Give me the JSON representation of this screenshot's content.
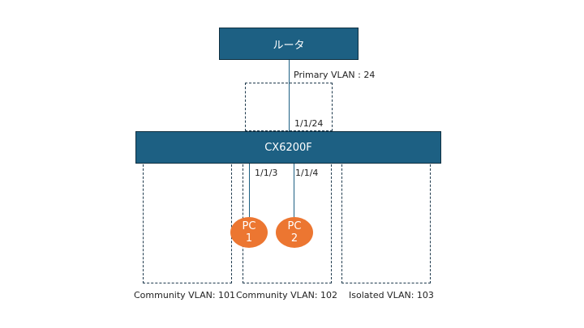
{
  "router": {
    "label": "ルータ"
  },
  "switch": {
    "label": "CX6200F"
  },
  "uplink": {
    "vlan_label": "Primary VLAN : 24",
    "port": "1/1/24"
  },
  "ports": {
    "pc1": "1/1/3",
    "pc2": "1/1/4"
  },
  "pcs": [
    {
      "line1": "PC",
      "line2": "1"
    },
    {
      "line1": "PC",
      "line2": "2"
    }
  ],
  "vlans": [
    {
      "label": "Community VLAN: 101"
    },
    {
      "label": "Community VLAN: 102"
    },
    {
      "label": "Isolated VLAN: 103"
    }
  ],
  "colors": {
    "device_fill": "#1d6083",
    "pc_fill": "#ec7631"
  }
}
